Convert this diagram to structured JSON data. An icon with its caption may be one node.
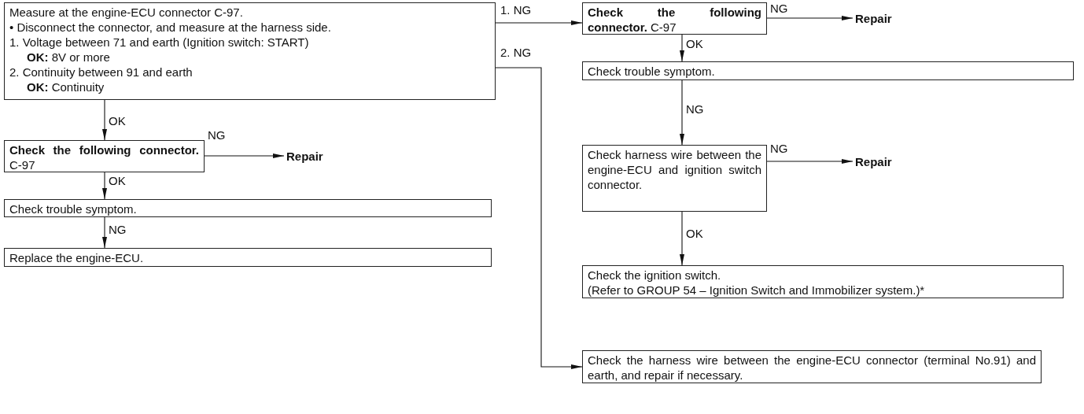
{
  "diagram": {
    "nodes": [
      {
        "text": [
          "Measure at the engine-ECU connector C-97.",
          "• Disconnect the connector, and measure at the harness side.",
          "1. Voltage between 71 and earth (Ignition switch: START)",
          "**OK:** 8V or more",
          "2. Continuity between 91 and earth",
          "**OK:** Continuity"
        ]
      },
      {
        "text": [
          "**Check the following connector.** C-97"
        ]
      },
      {
        "text": [
          "Repair"
        ]
      },
      {
        "text": [
          "Check trouble symptom."
        ]
      },
      {
        "text": [
          "Replace the engine-ECU."
        ]
      },
      {
        "text": [
          "**Check the following connector.** C-97"
        ]
      },
      {
        "text": [
          "Repair"
        ]
      },
      {
        "text": [
          "Check trouble symptom."
        ]
      },
      {
        "text": [
          "Check harness wire between the engine-ECU and ignition switch connector."
        ]
      },
      {
        "text": [
          "Repair"
        ]
      },
      {
        "text": [
          "Check the ignition switch.",
          "(Refer to GROUP 54 – Ignition Switch and Immobilizer system.)*"
        ]
      },
      {
        "text": [
          "Check the harness wire between the engine-ECU connector (terminal No.91) and earth, and repair if necessary."
        ]
      }
    ],
    "edges": [
      {
        "from": 0,
        "to": 1,
        "arrow": "to",
        "label": "OK"
      },
      {
        "from": 1,
        "to": 2,
        "arrow": "to",
        "label": "NG"
      },
      {
        "from": 1,
        "to": 3,
        "arrow": "to",
        "label": "OK"
      },
      {
        "from": 3,
        "to": 4,
        "arrow": "to",
        "label": "NG"
      },
      {
        "from": 0,
        "to": 5,
        "arrow": "to",
        "label": "1. NG"
      },
      {
        "from": 0,
        "to": 11,
        "arrow": "to",
        "label": "2. NG"
      },
      {
        "from": 5,
        "to": 6,
        "arrow": "to",
        "label": "NG"
      },
      {
        "from": 5,
        "to": 7,
        "arrow": "to",
        "label": "OK"
      },
      {
        "from": 7,
        "to": 8,
        "arrow": "to",
        "label": "NG"
      },
      {
        "from": 8,
        "to": 9,
        "arrow": "to",
        "label": "NG"
      },
      {
        "from": 8,
        "to": 10,
        "arrow": "to",
        "label": "OK"
      }
    ]
  }
}
